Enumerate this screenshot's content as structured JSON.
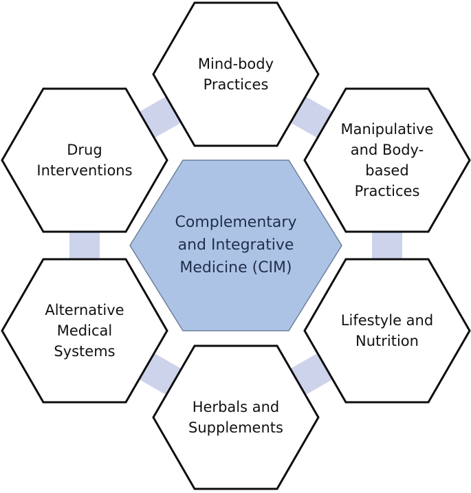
{
  "center": {
    "lines": [
      "Complementary",
      "and Integrative",
      "Medicine (CIM)"
    ],
    "fill": "#adc3e6",
    "stroke": "#6d7f9a"
  },
  "outer": [
    {
      "id": "mind-body",
      "lines": [
        "Mind-body",
        "Practices"
      ]
    },
    {
      "id": "manipulative",
      "lines": [
        "Manipulative",
        "and Body-",
        "based",
        "Practices"
      ]
    },
    {
      "id": "lifestyle",
      "lines": [
        "Lifestyle and",
        "Nutrition"
      ]
    },
    {
      "id": "herbals",
      "lines": [
        "Herbals and",
        "Supplements"
      ]
    },
    {
      "id": "alternative",
      "lines": [
        "Alternative",
        "Medical",
        "Systems"
      ]
    },
    {
      "id": "drug",
      "lines": [
        "Drug",
        "Interventions"
      ]
    }
  ],
  "colors": {
    "outer_fill": "#ffffff",
    "outer_stroke": "#0d0d0d",
    "connector": "#cdd3ea"
  }
}
